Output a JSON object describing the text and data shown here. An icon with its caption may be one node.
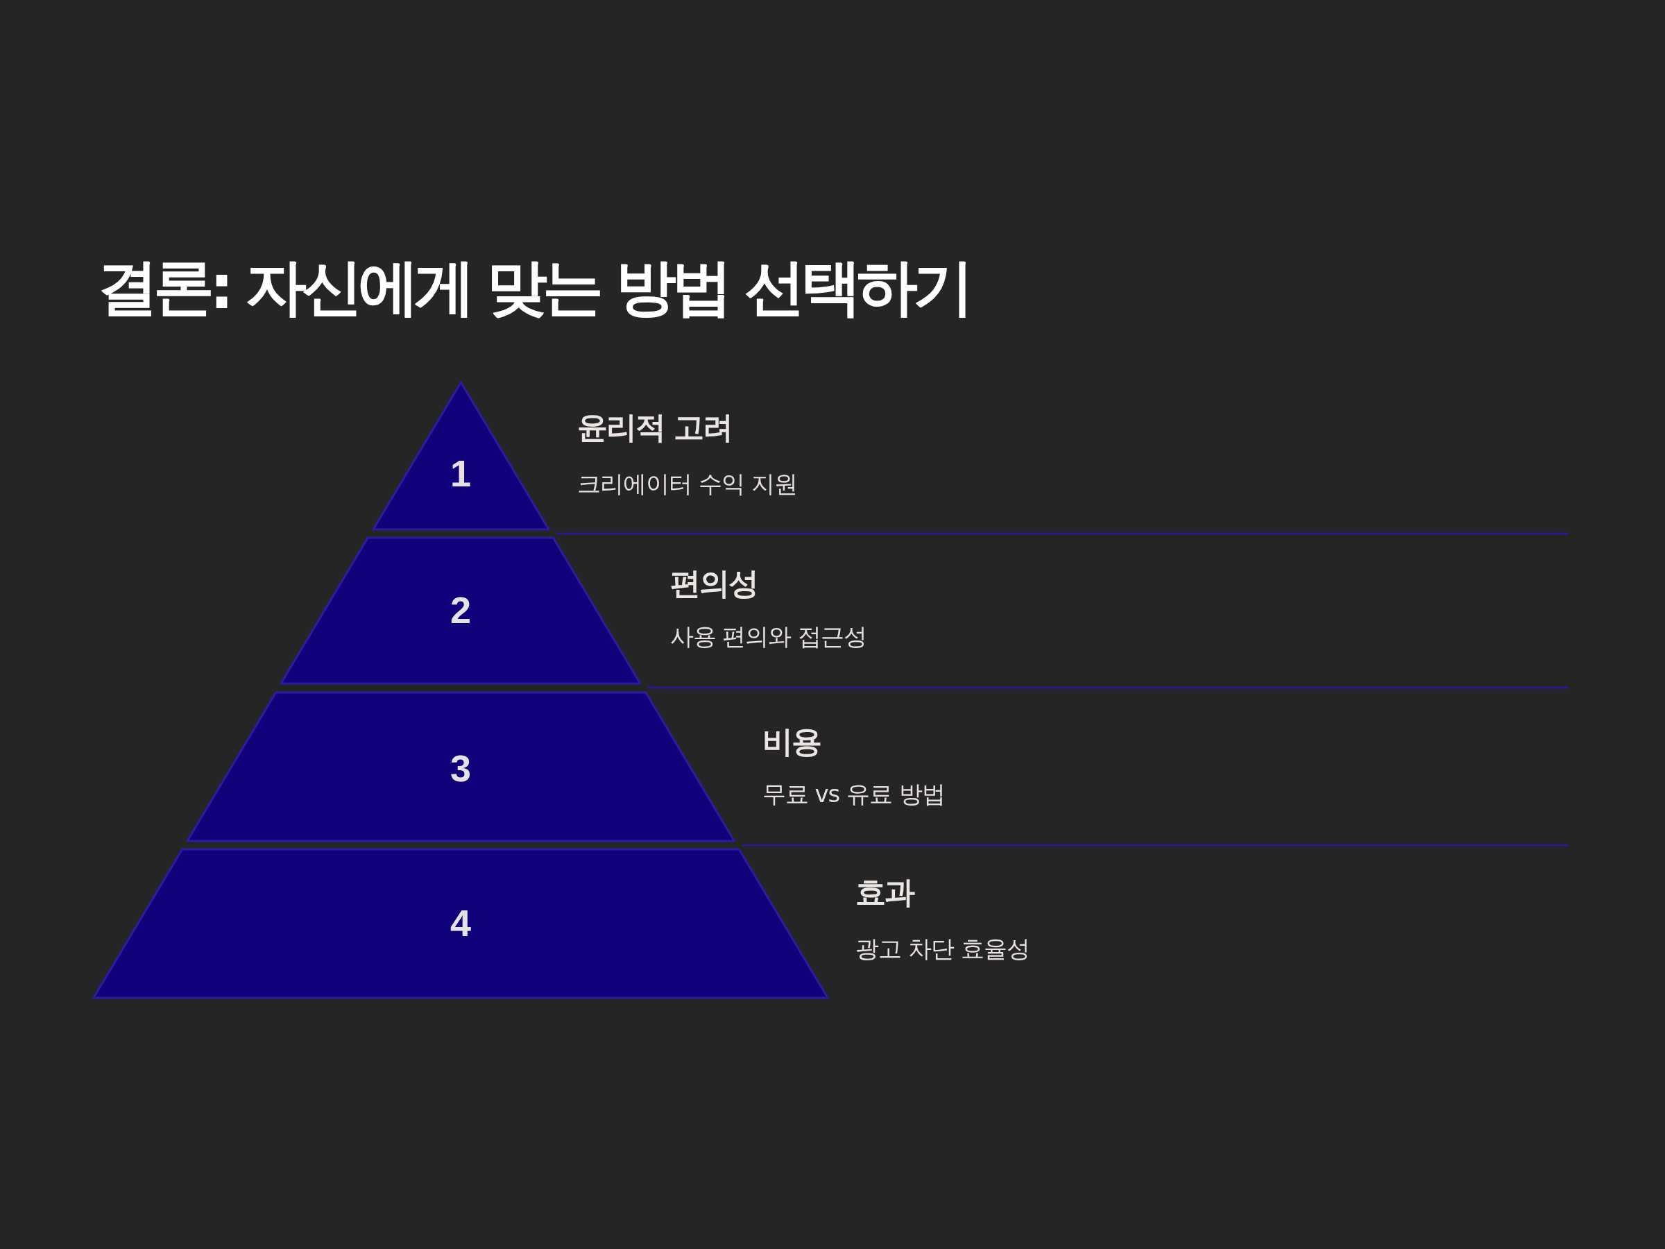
{
  "diagram": {
    "title": "결론: 자신에게 맞는 방법 선택하기",
    "nodes": [
      {
        "text": [
          "1"
        ],
        "beside": [
          "윤리적 고려",
          "크리에이터 수익 지원"
        ]
      },
      {
        "text": [
          "2"
        ],
        "beside": [
          "편의성",
          "사용 편의와 접근성"
        ]
      },
      {
        "text": [
          "3"
        ],
        "beside": [
          "비용",
          "무료 vs 유료 방법"
        ]
      },
      {
        "text": [
          "4"
        ],
        "beside": [
          "효과",
          "광고 차단 효율성"
        ]
      }
    ]
  }
}
